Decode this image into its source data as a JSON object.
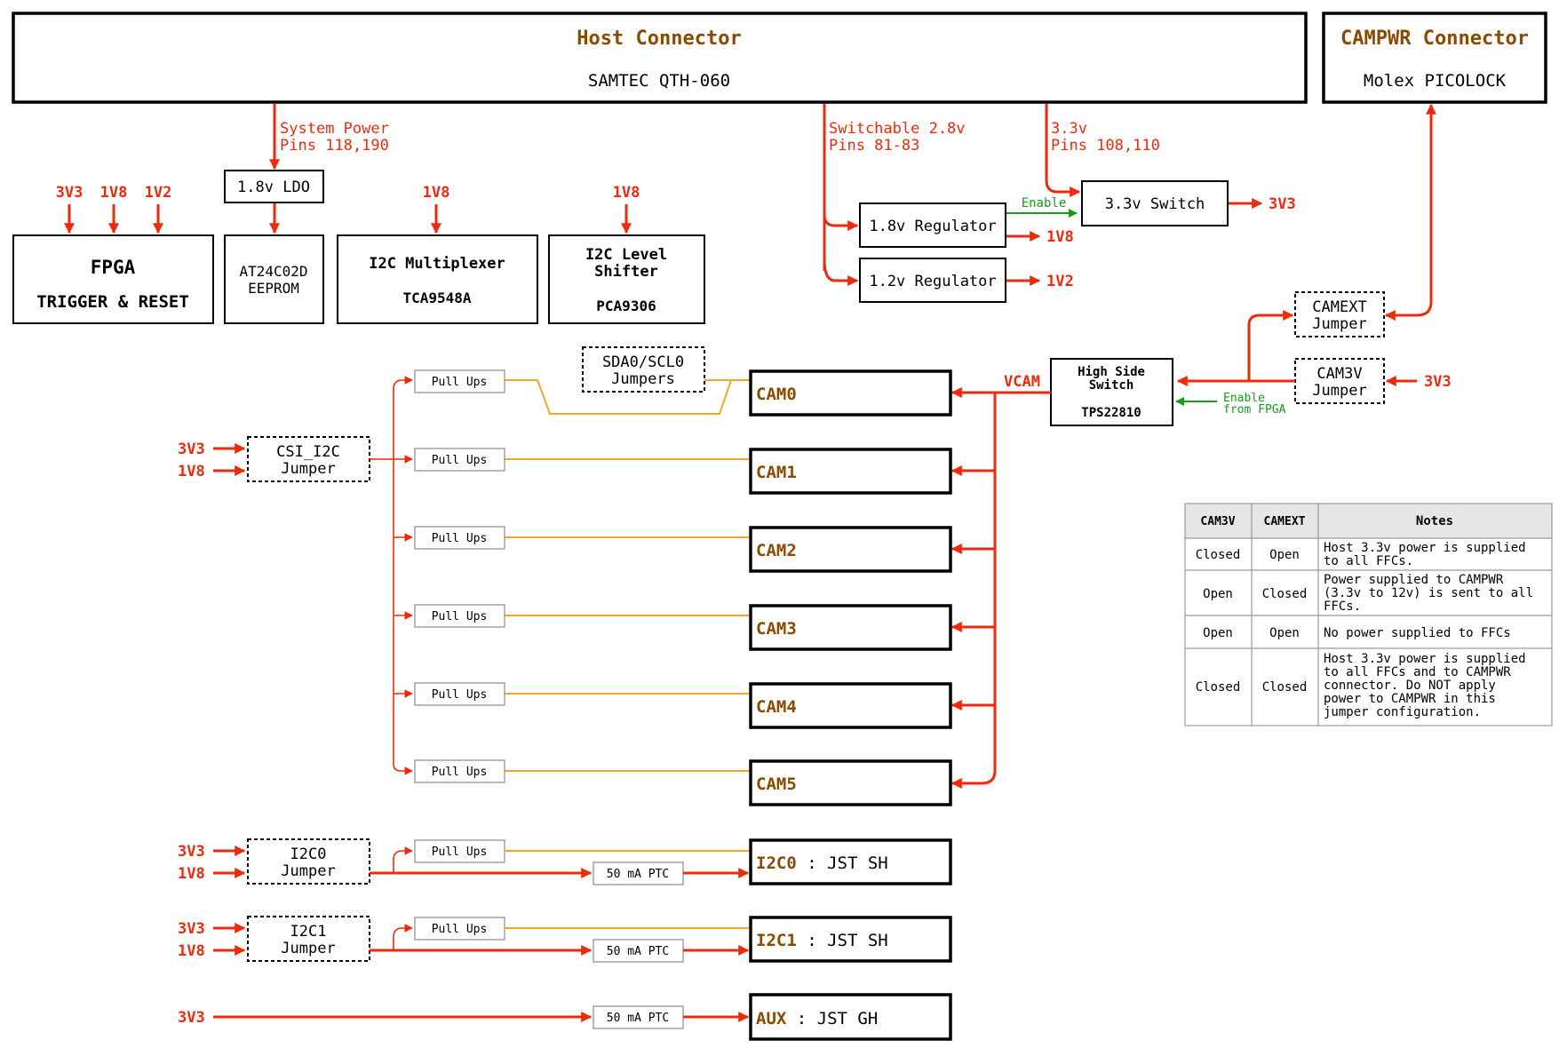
{
  "colors": {
    "power": "#ee2a0c",
    "i2c": "#f5a623",
    "enable": "#1a9a1a",
    "title": "#8b4a00"
  },
  "host": {
    "title": "Host Connector",
    "subtitle": "SAMTEC QTH-060"
  },
  "campwr": {
    "title": "CAMPWR Connector",
    "subtitle": "Molex PICOLOCK"
  },
  "rails": {
    "system_power": [
      "System Power",
      "Pins 118,190"
    ],
    "switchable": [
      "Switchable 2.8v",
      "Pins 81-83"
    ],
    "v33": [
      "3.3v",
      "Pins 108,110"
    ]
  },
  "fpga": {
    "title": "FPGA",
    "subtitle": "TRIGGER & RESET",
    "in1": "3V3",
    "in2": "1V8",
    "in3": "1V2"
  },
  "ldo": {
    "label": "1.8v LDO"
  },
  "eeprom": {
    "line1": "AT24C02D",
    "line2": "EEPROM"
  },
  "mux": {
    "line1": "I2C Multiplexer",
    "line2": "TCA9548A",
    "in": "1V8"
  },
  "shifter": {
    "line1": "I2C Level",
    "line2": "Shifter",
    "line3": "PCA9306",
    "in": "1V8"
  },
  "reg18": {
    "label": "1.8v Regulator",
    "out": "1V8"
  },
  "reg12": {
    "label": "1.2v Regulator",
    "out": "1V2"
  },
  "switch33": {
    "label": "3.3v Switch",
    "out": "3V3",
    "enable": "Enable"
  },
  "camext": {
    "line1": "CAMEXT",
    "line2": "Jumper"
  },
  "cam3v": {
    "line1": "CAM3V",
    "line2": "Jumper",
    "in": "3V3"
  },
  "hss": {
    "line1": "High Side",
    "line2": "Switch",
    "line3": "TPS22810",
    "enable1": "Enable",
    "enable2": "from FPGA"
  },
  "vcam": "VCAM",
  "sda": {
    "line1": "SDA0/SCL0",
    "line2": "Jumpers"
  },
  "csi": {
    "line1": "CSI_I2C",
    "line2": "Jumper",
    "in1": "3V3",
    "in2": "1V8"
  },
  "pullups": "Pull Ups",
  "cams": [
    "CAM0",
    "CAM1",
    "CAM2",
    "CAM3",
    "CAM4",
    "CAM5"
  ],
  "i2c0": {
    "jumper1": "I2C0",
    "jumper2": "Jumper",
    "in1": "3V3",
    "in2": "1V8",
    "ptc": "50 mA PTC",
    "name": "I2C0",
    "conn": " : JST SH"
  },
  "i2c1": {
    "jumper1": "I2C1",
    "jumper2": "Jumper",
    "in1": "3V3",
    "in2": "1V8",
    "ptc": "50 mA PTC",
    "name": "I2C1",
    "conn": " : JST SH"
  },
  "aux": {
    "in": "3V3",
    "ptc": "50 mA PTC",
    "name": "AUX",
    "conn": " : JST GH"
  },
  "table": {
    "headers": [
      "CAM3V",
      "CAMEXT",
      "Notes"
    ],
    "rows": [
      {
        "cam3v": "Closed",
        "camext": "Open",
        "notes": [
          "Host 3.3v power is supplied",
          "to all FFCs."
        ]
      },
      {
        "cam3v": "Open",
        "camext": "Closed",
        "notes": [
          "Power supplied to CAMPWR",
          "(3.3v to 12v) is sent to all",
          "FFCs."
        ]
      },
      {
        "cam3v": "Open",
        "camext": "Open",
        "notes": [
          "No power supplied to FFCs"
        ]
      },
      {
        "cam3v": "Closed",
        "camext": "Closed",
        "notes": [
          "Host 3.3v power is supplied",
          "to all FFCs and to CAMPWR",
          "connector.  Do NOT apply",
          "power to CAMPWR in this",
          "jumper configuration."
        ]
      }
    ]
  }
}
